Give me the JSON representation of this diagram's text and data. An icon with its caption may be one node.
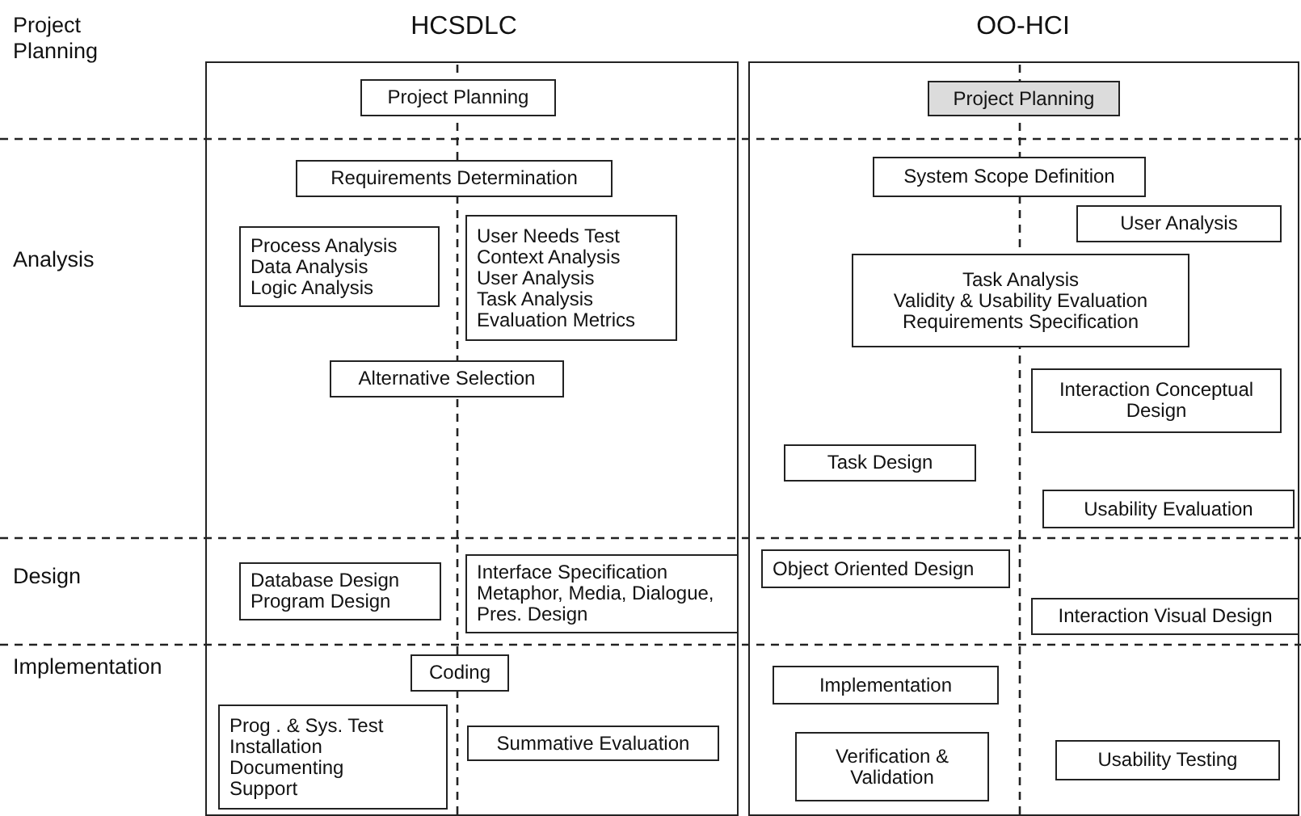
{
  "diagram": {
    "nodes": [
      {
        "text": [
          "HCSDLC"
        ]
      },
      {
        "text": [
          "Project Planning"
        ],
        "in": 0
      },
      {
        "text": [
          "Requirements Determination"
        ],
        "in": 0
      },
      {
        "text": [
          "Process Analysis",
          "Data Analysis",
          "Logic Analysis"
        ],
        "in": 0
      },
      {
        "text": [
          "User Needs Test",
          "Context Analysis",
          "User Analysis",
          "Task Analysis",
          "Evaluation Metrics"
        ],
        "in": 0
      },
      {
        "text": [
          "Alternative Selection"
        ],
        "in": 0
      },
      {
        "text": [
          "Database Design",
          "Program Design"
        ],
        "in": 0
      },
      {
        "text": [
          "Interface Specification",
          "Metaphor, Media, Dialogue, Pres. Design"
        ],
        "in": 0
      },
      {
        "text": [
          "Coding"
        ],
        "in": 0
      },
      {
        "text": [
          "Prog . & Sys. Test",
          "Installation",
          "Documenting",
          "Support"
        ],
        "in": 0
      },
      {
        "text": [
          "Summative Evaluation"
        ],
        "in": 0
      },
      {
        "text": [
          "OO-HCI"
        ]
      },
      {
        "text": [
          "Project Planning"
        ],
        "in": 11
      },
      {
        "text": [
          "System Scope Definition"
        ],
        "in": 11
      },
      {
        "text": [
          "User Analysis"
        ],
        "in": 11
      },
      {
        "text": [
          "Task Analysis",
          "Validity & Usability Evaluation",
          "Requirements Specification"
        ],
        "in": 11
      },
      {
        "text": [
          "Interaction Conceptual Design"
        ],
        "in": 11
      },
      {
        "text": [
          "Task Design"
        ],
        "in": 11
      },
      {
        "text": [
          "Usability Evaluation"
        ],
        "in": 11
      },
      {
        "text": [
          "Object Oriented Design"
        ],
        "in": 11
      },
      {
        "text": [
          "Interaction Visual Design"
        ],
        "in": 11
      },
      {
        "text": [
          "Implementation"
        ],
        "in": 11
      },
      {
        "text": [
          "Verification & Validation"
        ],
        "in": 11
      },
      {
        "text": [
          "Usability Testing"
        ],
        "in": 11
      }
    ],
    "edges": [],
    "labels": [
      "Project Planning",
      "Analysis",
      "Design",
      "Implementation"
    ]
  }
}
